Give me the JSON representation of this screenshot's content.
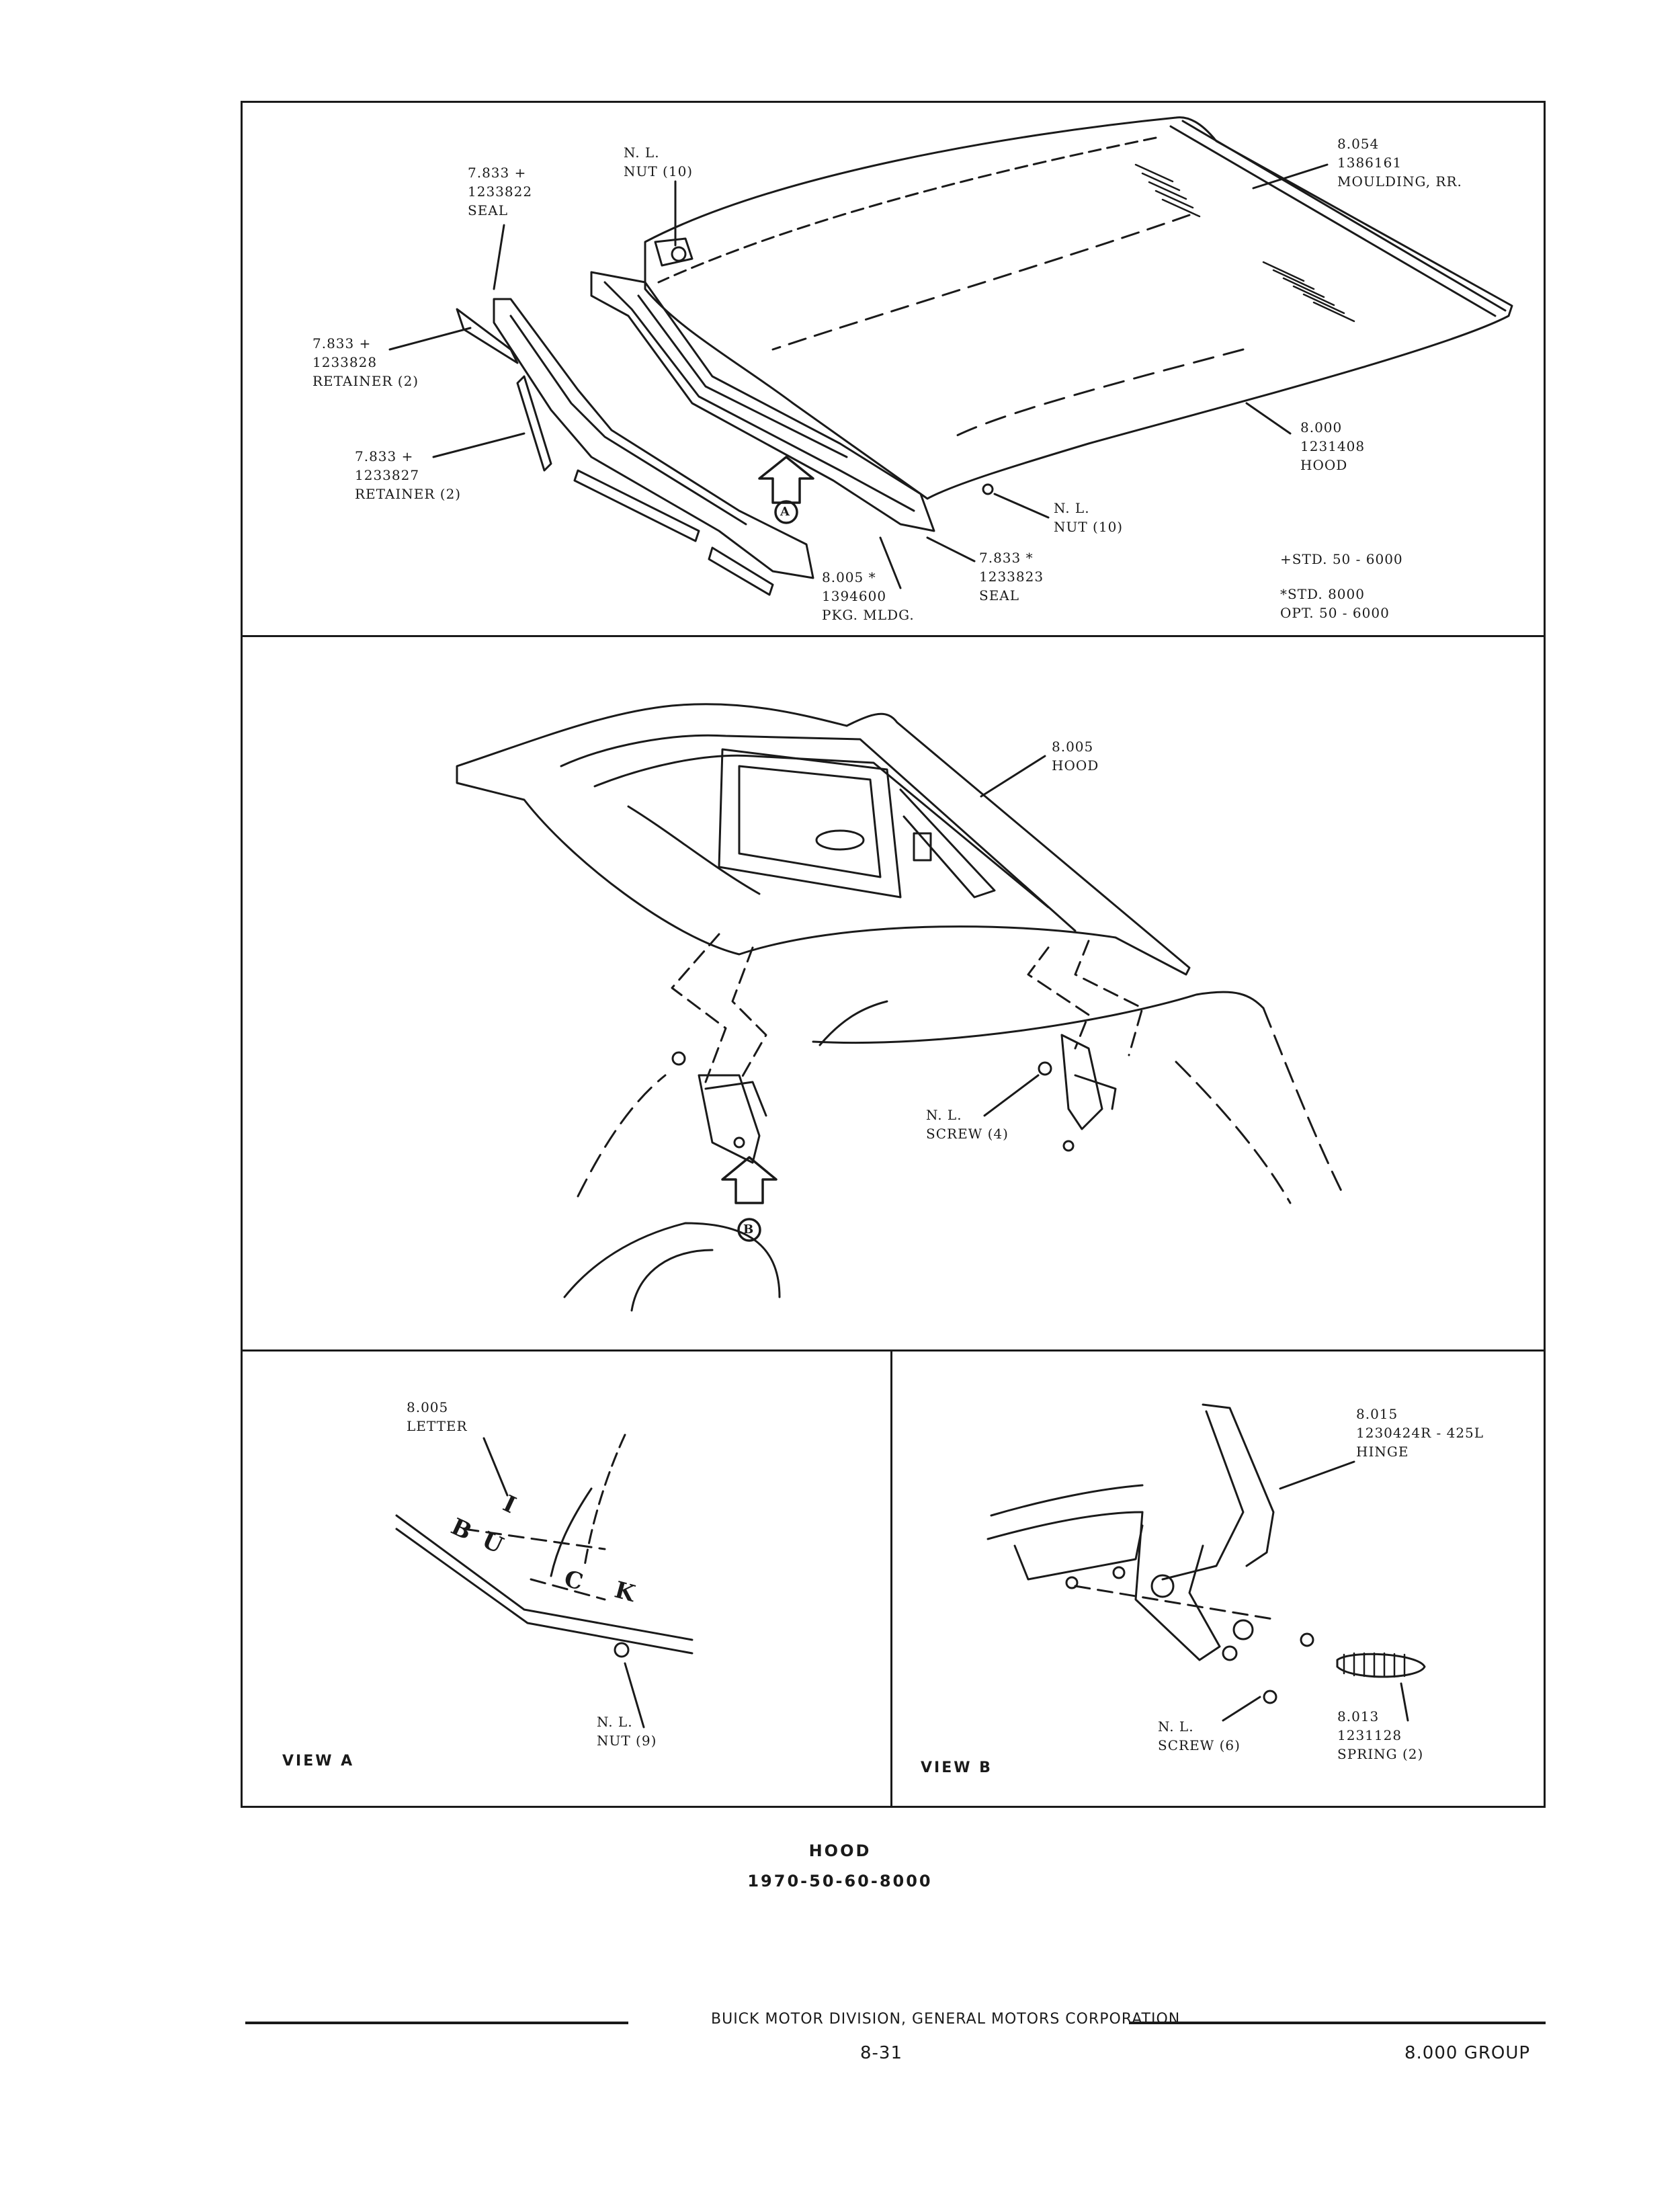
{
  "panels": {
    "hood_exterior": {
      "labels": {
        "seal_top": "7.833 +\n1233822\nSEAL",
        "nut_top": "N. L.\nNUT (10)",
        "moulding": "8.054\n1386161\nMOULDING, RR.",
        "retainer_1": "7.833 +\n1233828\nRETAINER (2)",
        "retainer_2": "7.833 +\n1233827\nRETAINER (2)",
        "hood": "8.000\n1231408\nHOOD",
        "nut_bottom": "N. L.\nNUT (10)",
        "pkg_mldg": "8.005 *\n1394600\nPKG. MLDG.",
        "seal_bottom": "7.833 *\n1233823\nSEAL",
        "std_note": "+STD. 50 - 6000",
        "opt_note": "*STD. 8000\nOPT. 50 - 6000"
      },
      "callouts": {
        "a": "A"
      }
    },
    "hood_underside": {
      "labels": {
        "hood": "8.005\nHOOD",
        "screw": "N. L.\nSCREW (4)"
      },
      "callouts": {
        "b": "B"
      }
    },
    "view_a": {
      "title": "VIEW A",
      "labels": {
        "letter": "8.005\nLETTER",
        "nut": "N. L.\nNUT (9)"
      },
      "letters": [
        "B",
        "U",
        "I",
        "C",
        "K"
      ]
    },
    "view_b": {
      "title": "VIEW B",
      "labels": {
        "hinge": "8.015\n1230424R - 425L\nHINGE",
        "screw": "N. L.\nSCREW (6)",
        "spring": "8.013\n1231128\nSPRING (2)"
      }
    }
  },
  "caption": {
    "title": "HOOD",
    "subtitle": "1970-50-60-8000"
  },
  "footer": {
    "division": "BUICK MOTOR DIVISION, GENERAL MOTORS CORPORATION",
    "page_number": "8-31",
    "group": "8.000 GROUP"
  }
}
